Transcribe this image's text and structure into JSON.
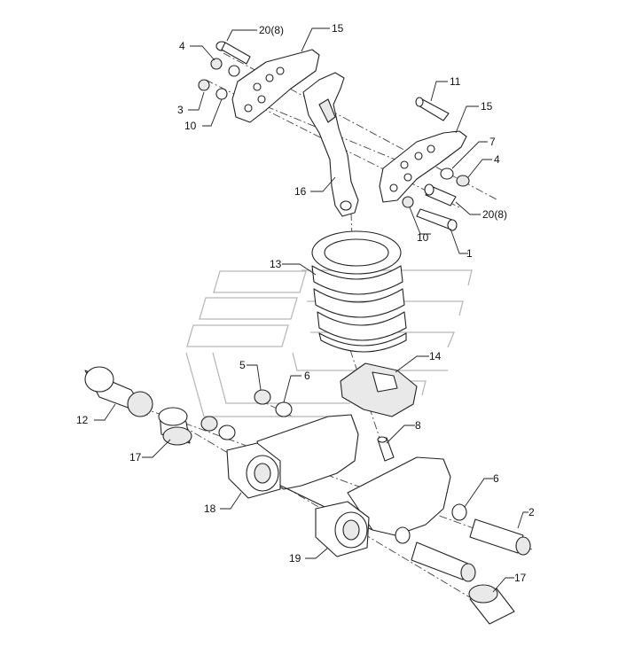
{
  "diagram": {
    "callouts": [
      {
        "id": "c4a",
        "text": "4"
      },
      {
        "id": "c20a",
        "text": "20(8)"
      },
      {
        "id": "c15a",
        "text": "15"
      },
      {
        "id": "c3",
        "text": "3"
      },
      {
        "id": "c10a",
        "text": "10"
      },
      {
        "id": "c11",
        "text": "11"
      },
      {
        "id": "c15b",
        "text": "15"
      },
      {
        "id": "c7",
        "text": "7"
      },
      {
        "id": "c4b",
        "text": "4"
      },
      {
        "id": "c16",
        "text": "16"
      },
      {
        "id": "c20b",
        "text": "20(8)"
      },
      {
        "id": "c10b",
        "text": "10"
      },
      {
        "id": "c1",
        "text": "1"
      },
      {
        "id": "c13",
        "text": "13"
      },
      {
        "id": "c5",
        "text": "5"
      },
      {
        "id": "c6a",
        "text": "6"
      },
      {
        "id": "c14",
        "text": "14"
      },
      {
        "id": "c12",
        "text": "12"
      },
      {
        "id": "c8",
        "text": "8"
      },
      {
        "id": "c17a",
        "text": "17"
      },
      {
        "id": "c18",
        "text": "18"
      },
      {
        "id": "c6b",
        "text": "6"
      },
      {
        "id": "c2",
        "text": "2"
      },
      {
        "id": "c19",
        "text": "19"
      },
      {
        "id": "c17b",
        "text": "17"
      }
    ]
  }
}
